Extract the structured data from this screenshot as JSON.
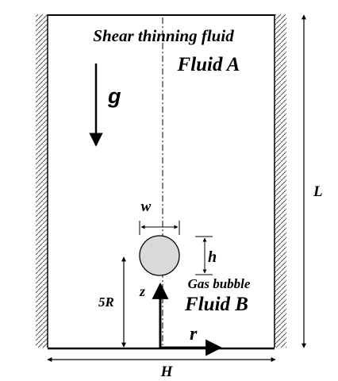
{
  "labels": {
    "fluid_type": "Shear thinning fluid",
    "fluid_a": "Fluid A",
    "gravity": "g",
    "width_symbol": "w",
    "height_symbol": "h",
    "bubble_label": "Gas bubble",
    "fluid_b": "Fluid B",
    "z_axis": "z",
    "r_axis": "r",
    "offset": "5R",
    "domain_length": "L",
    "domain_width": "H"
  }
}
